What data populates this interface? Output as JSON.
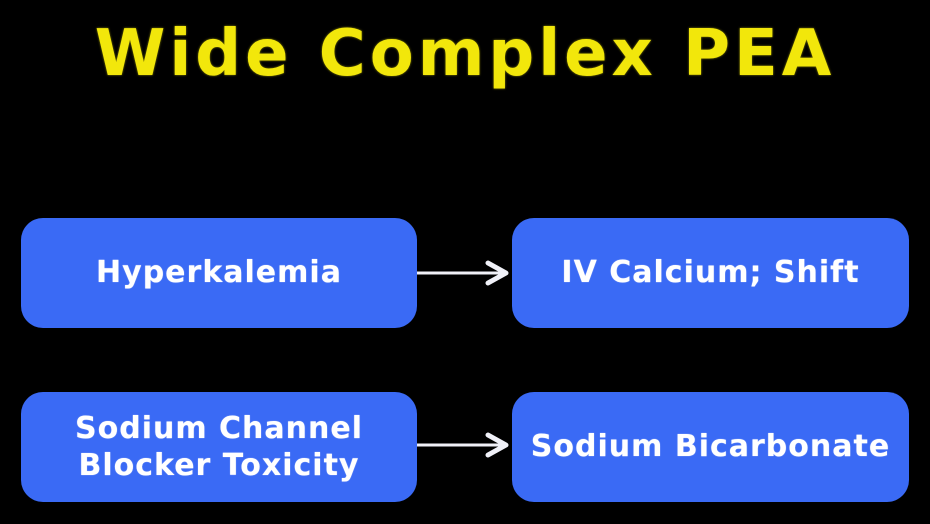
{
  "title": "Wide Complex PEA",
  "colors": {
    "background": "#000000",
    "title_text": "#f2e70b",
    "box_fill": "#3a6af5",
    "box_text": "#ffffff",
    "arrow": "#f0f1f8"
  },
  "flow": {
    "rows": [
      {
        "cause": "Hyperkalemia",
        "treatment": "IV Calcium; Shift"
      },
      {
        "cause": "Sodium Channel\nBlocker Toxicity",
        "treatment": "Sodium Bicarbonate"
      }
    ]
  }
}
